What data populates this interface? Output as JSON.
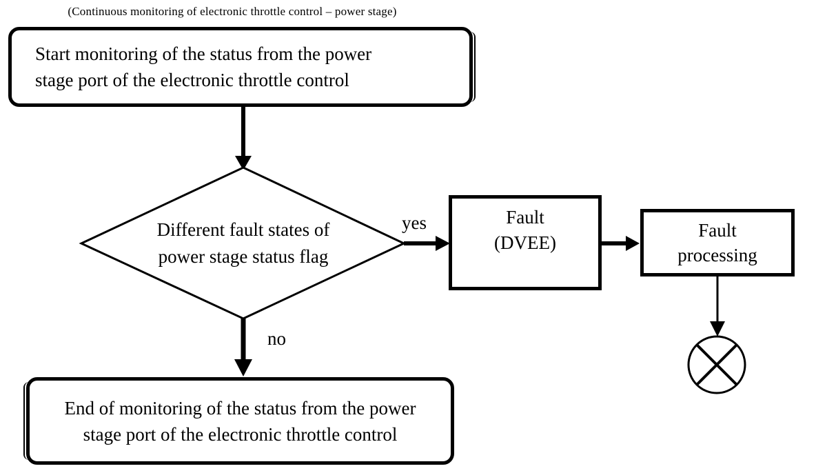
{
  "diagram": {
    "title": "(Continuous monitoring of electronic throttle control – power stage)",
    "nodes": {
      "start": {
        "type": "rounded-rectangle",
        "lines": [
          "Start monitoring of the status from the power",
          "stage port of the electronic throttle control"
        ]
      },
      "decision": {
        "type": "diamond",
        "lines": [
          "Different fault states of",
          "power stage status flag"
        ]
      },
      "fault": {
        "type": "rectangle",
        "lines": [
          "Fault",
          "(DVEE)"
        ]
      },
      "fault_processing": {
        "type": "rectangle",
        "lines": [
          "Fault",
          "processing"
        ]
      },
      "end": {
        "type": "rounded-rectangle",
        "lines": [
          "End of monitoring of the status from the power",
          "stage port of the electronic throttle control"
        ]
      },
      "terminator": {
        "type": "circle-x",
        "icon": "circle-cross-icon"
      }
    },
    "edges": {
      "yes_label": "yes",
      "no_label": "no"
    },
    "colors": {
      "stroke": "#000000",
      "background": "#ffffff"
    }
  }
}
